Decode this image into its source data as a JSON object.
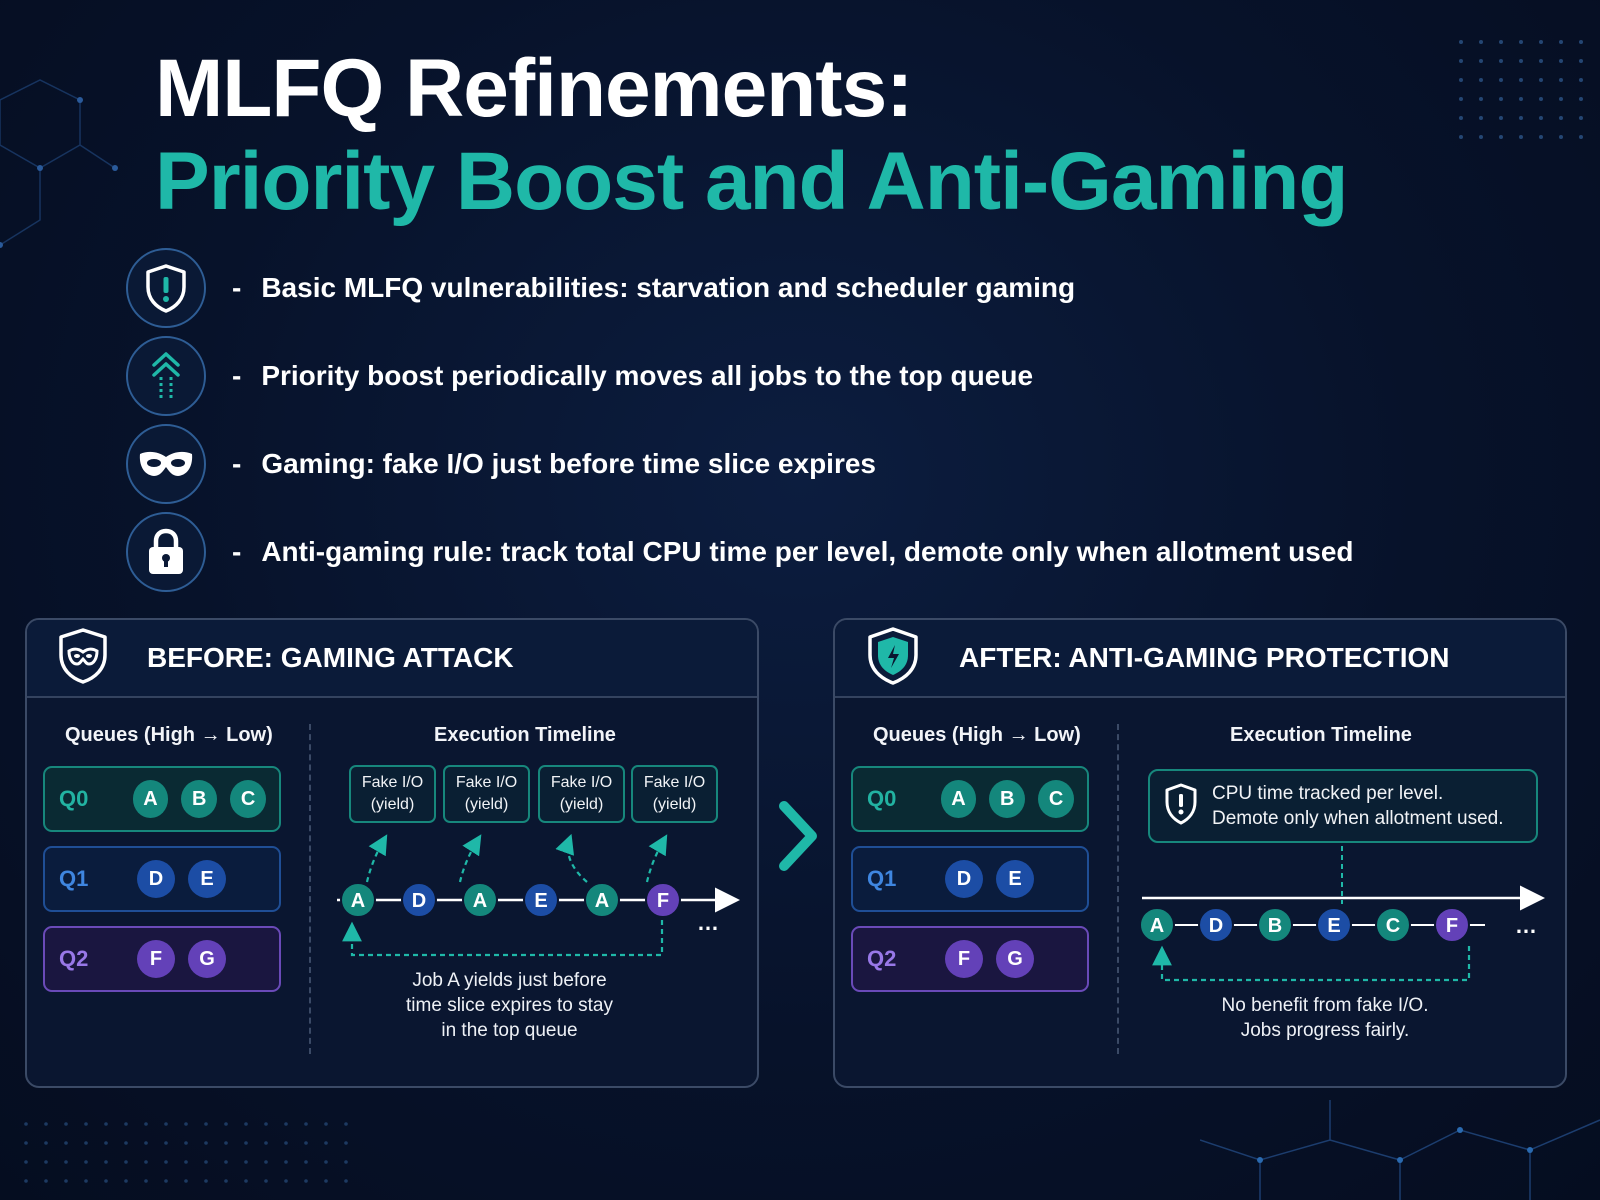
{
  "title": {
    "line1": "MLFQ Refinements:",
    "line2": "Priority Boost and Anti-Gaming"
  },
  "bullets": [
    {
      "icon": "shield-alert-icon",
      "dash": "-",
      "text": "Basic MLFQ vulnerabilities: starvation and scheduler gaming"
    },
    {
      "icon": "priority-boost-arrows-icon",
      "dash": "-",
      "text": "Priority boost periodically moves all jobs to the top queue"
    },
    {
      "icon": "mask-icon",
      "dash": "-",
      "text": "Gaming: fake I/O just before time slice expires"
    },
    {
      "icon": "lock-icon",
      "dash": "-",
      "text": "Anti-gaming rule: track total CPU time per level, demote only when allotment used"
    }
  ],
  "before": {
    "header": "BEFORE: GAMING ATTACK",
    "header_icon": "shield-mask-icon",
    "queues_title": "Queues (High → Low)",
    "timeline_title": "Execution Timeline",
    "queues": [
      {
        "label": "Q0",
        "jobs": [
          "A",
          "B",
          "C"
        ]
      },
      {
        "label": "Q1",
        "jobs": [
          "D",
          "E"
        ]
      },
      {
        "label": "Q2",
        "jobs": [
          "F",
          "G"
        ]
      }
    ],
    "fake_io": [
      {
        "line1": "Fake I/O",
        "line2": "(yield)"
      },
      {
        "line1": "Fake I/O",
        "line2": "(yield)"
      },
      {
        "line1": "Fake I/O",
        "line2": "(yield)"
      },
      {
        "line1": "Fake I/O",
        "line2": "(yield)"
      }
    ],
    "timeline": [
      "A",
      "D",
      "A",
      "E",
      "A",
      "F"
    ],
    "ellipsis": "…",
    "caption": [
      "Job A yields just before",
      "time slice expires to stay",
      "in the top queue"
    ]
  },
  "after": {
    "header": "AFTER: ANTI-GAMING PROTECTION",
    "header_icon": "shield-check-icon",
    "queues_title": "Queues (High → Low)",
    "timeline_title": "Execution Timeline",
    "queues": [
      {
        "label": "Q0",
        "jobs": [
          "A",
          "B",
          "C"
        ]
      },
      {
        "label": "Q1",
        "jobs": [
          "D",
          "E"
        ]
      },
      {
        "label": "Q2",
        "jobs": [
          "F",
          "G"
        ]
      }
    ],
    "note": [
      "CPU time tracked per level.",
      "Demote only when allotment used."
    ],
    "timeline": [
      "A",
      "D",
      "B",
      "E",
      "C",
      "F"
    ],
    "ellipsis": "…",
    "caption": [
      "No benefit from fake I/O.",
      "Jobs progress fairly."
    ]
  },
  "colors": {
    "teal": "#14877c",
    "blue": "#1c4da5",
    "purple": "#6341b8",
    "accent": "#1fb8a8",
    "background": "#07122a"
  }
}
